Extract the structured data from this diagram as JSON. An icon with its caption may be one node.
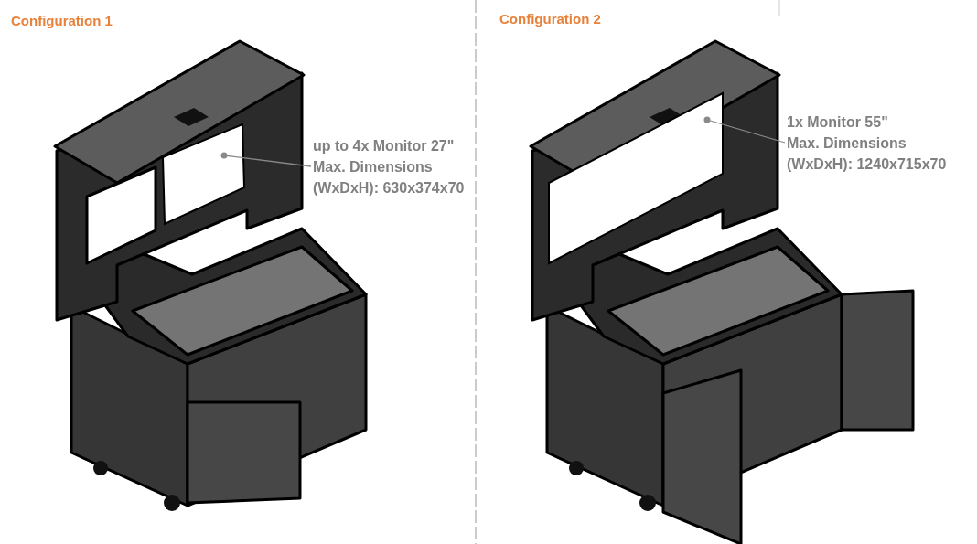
{
  "diagram": {
    "nodes": [
      {
        "text": [
          "up to 4x Monitor 27\"",
          "Max. Dimensions (WxDxH): 630x374x70"
        ]
      },
      {
        "text": [],
        "shape": "box"
      },
      {
        "text": [
          "1x Monitor 55\"",
          "Max. Dimensions (WxDxH): 1240x715x70"
        ]
      },
      {
        "text": [],
        "shape": "box"
      }
    ],
    "edges": [
      {
        "from": 0,
        "to": 1,
        "arrow": "other"
      },
      {
        "from": 2,
        "to": 3,
        "arrow": "other"
      }
    ],
    "labels": [
      "Configuration 1",
      "Configuration 2"
    ]
  }
}
